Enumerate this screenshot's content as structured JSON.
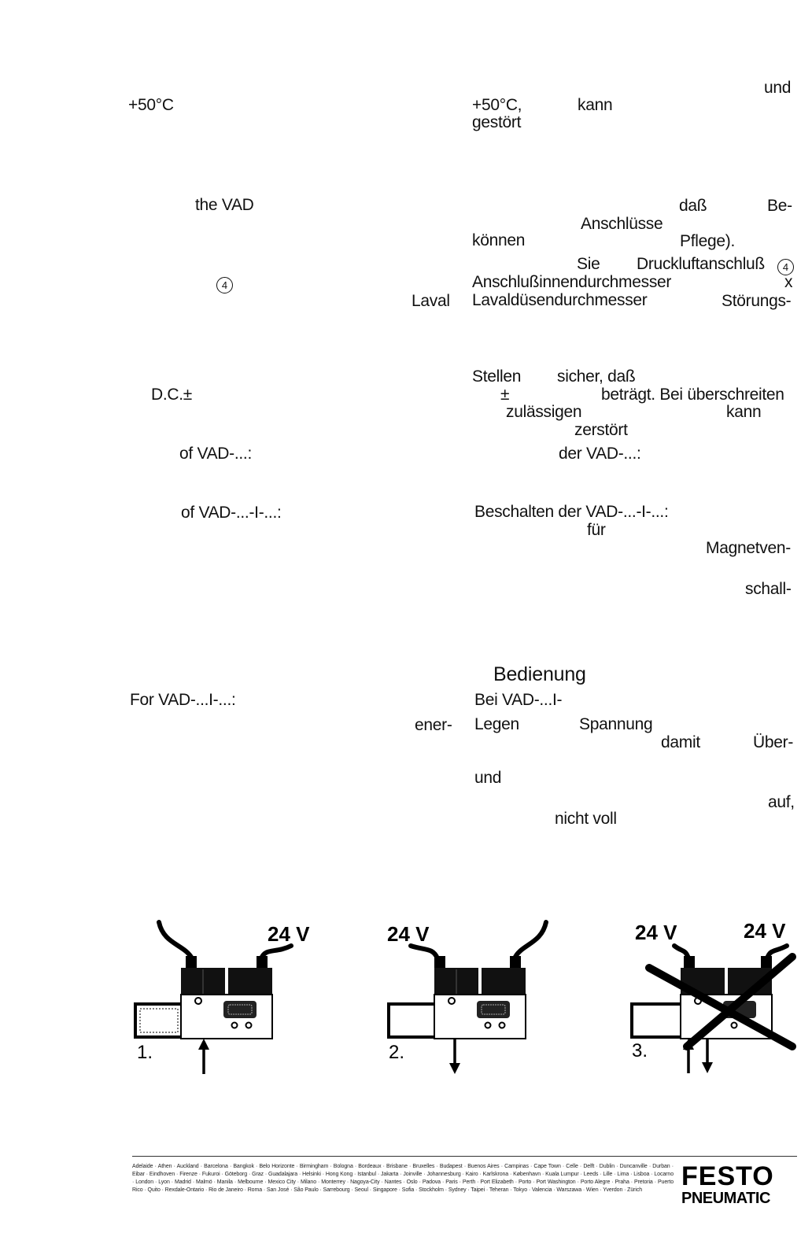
{
  "fragments": {
    "r_und_1": "und",
    "l_temp": "+50°C",
    "r_temp": "+50°C,",
    "r_kann_1": "kann",
    "r_gestoert_1": "gestört",
    "l_thevad": "the VAD",
    "r_dass": "daß",
    "r_be": "Be-",
    "r_anschluesse": "Anschlüsse",
    "r_koennen": "können",
    "r_pflege": "Pflege).",
    "r_sie": "Sie",
    "r_druckluft": "Druckluftanschluß",
    "r_circ4": "4",
    "l_circ4": "4",
    "r_anschlussinnen": "Anschlußinnendurchmesser",
    "r_x": "x",
    "l_laval": "Laval",
    "r_lavaldusen": "Lavaldüsendurchmesser",
    "r_stoerungs": "Störungs-",
    "r_stellen": "Stellen",
    "r_sicherdass": "sicher, daß",
    "l_dc": "D.C.±",
    "r_pm": "±",
    "r_betraegt": "beträgt. Bei überschreiten",
    "r_zulaessigen": "zulässigen",
    "r_kann_2": "kann",
    "r_zerstoert": "zerstört",
    "l_ofvad1": "of VAD-...:",
    "r_dervad": "der VAD-...:",
    "l_ofvad2": "of VAD-...-I-...:",
    "r_beschalten": "Beschalten der VAD-...-I-...:",
    "r_fuer": "für",
    "r_magnetven": "Magnetven-",
    "r_schall": "schall-",
    "r_bedienung": "Bedienung",
    "l_forvad": "For VAD-...I-...:",
    "r_beivad": "Bei VAD-...I-",
    "l_ener": "ener-",
    "r_legen": "Legen",
    "r_spannung": "Spannung",
    "r_damit": "damit",
    "r_ueber": "Über-",
    "r_und_2": "und",
    "r_auf": "auf,",
    "r_nichtvoll": "nicht voll"
  },
  "figures": [
    {
      "step": "1.",
      "voltage_right": "24 V",
      "arrows": "up"
    },
    {
      "step": "2.",
      "voltage_left": "24 V",
      "arrows": "down"
    },
    {
      "step": "3.",
      "voltage_left": "24 V",
      "voltage_right": "24 V",
      "arrows": "up-down",
      "crossed": true
    }
  ],
  "footer": {
    "cities": "Adelaide · Athen · Auckland · Barcelona · Bangkok · Belo Horizonte · Birmingham · Bologna · Bordeaux · Brisbane · Bruxelles · Budapest · Buenos Aires · Campinas · Cape Town · Celle · Delft · Dublin · Duncanville · Durban · Eibar · Eindhoven · Firenze · Fukuroi · Göteborg · Graz · Guadalajara · Helsinki · Hong Kong · Istanbul · Jakarta · Joinville · Johannesburg · Kairo · Karlskrona · København · Kuala Lumpur · Leeds · Lille · Lima · Lisboa · Locarno · London · Lyon · Madrid · Malmö · Manila · Melbourne · Mexico City · Milano · Monterrey · Nagoya-City · Nantes · Oslo · Padova · Paris · Perth · Port Elizabeth · Porto · Port Washington · Porto Alegre · Praha · Pretoria · Puerto Rico · Quito · Rexdale-Ontario · Rio de Janeiro · Roma · San José · São Paulo · Sarrebourg · Seoul · Singapore · Sofia · Stockholm · Sydney · Taipei · Teheran · Tokyo · Valencia · Warszawa · Wien · Yverdon · Zürich",
    "logo_line1": "FESTO",
    "logo_line2": "PNEUMATIC"
  }
}
